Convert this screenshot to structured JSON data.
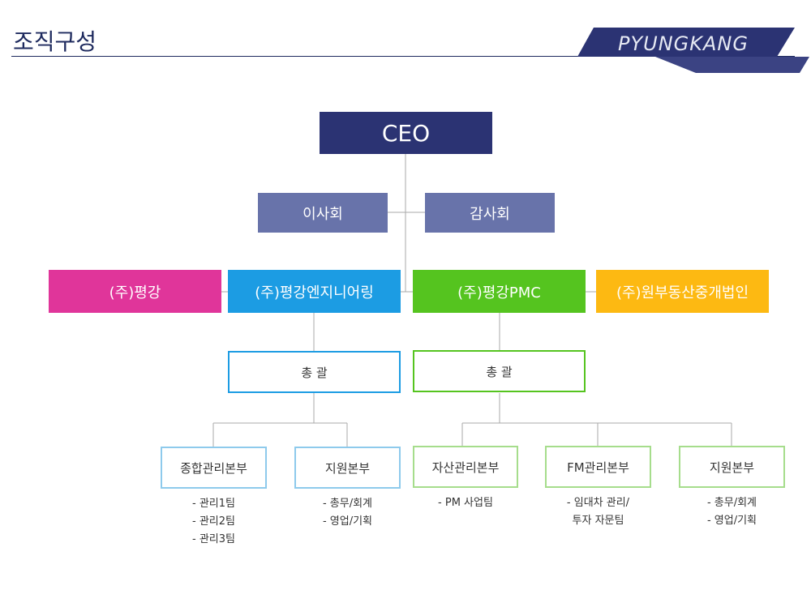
{
  "page": {
    "title": "조직구성",
    "brand": "PYUNGKANG"
  },
  "colors": {
    "navy": "#2b3373",
    "slate": "#6873aa",
    "magenta": "#e0359a",
    "blue": "#1c9ce3",
    "green": "#55c41f",
    "amber": "#fdb912",
    "lightBlue": "#8ecaec",
    "lightGreen": "#a6dd8c"
  },
  "org": {
    "ceo": "CEO",
    "board": "이사회",
    "audit": "감사회",
    "companies": [
      "(주)평강",
      "(주)평강엔지니어링",
      "(주)평강PMC",
      "(주)원부동산중개법인"
    ],
    "hq": [
      "총 괄",
      "총 괄"
    ],
    "divisions": [
      "종합관리본부",
      "지원본부",
      "자산관리본부",
      "FM관리본부",
      "지원본부"
    ],
    "teams": [
      [
        "- 관리1팀",
        "- 관리2팀",
        "- 관리3팀"
      ],
      [
        "- 총무/회계",
        "- 영업/기획"
      ],
      [
        "- PM 사업팀"
      ],
      [
        "- 임대차 관리/",
        "투자 자문팀"
      ],
      [
        "- 총무/회계",
        "- 영업/기획"
      ]
    ]
  }
}
